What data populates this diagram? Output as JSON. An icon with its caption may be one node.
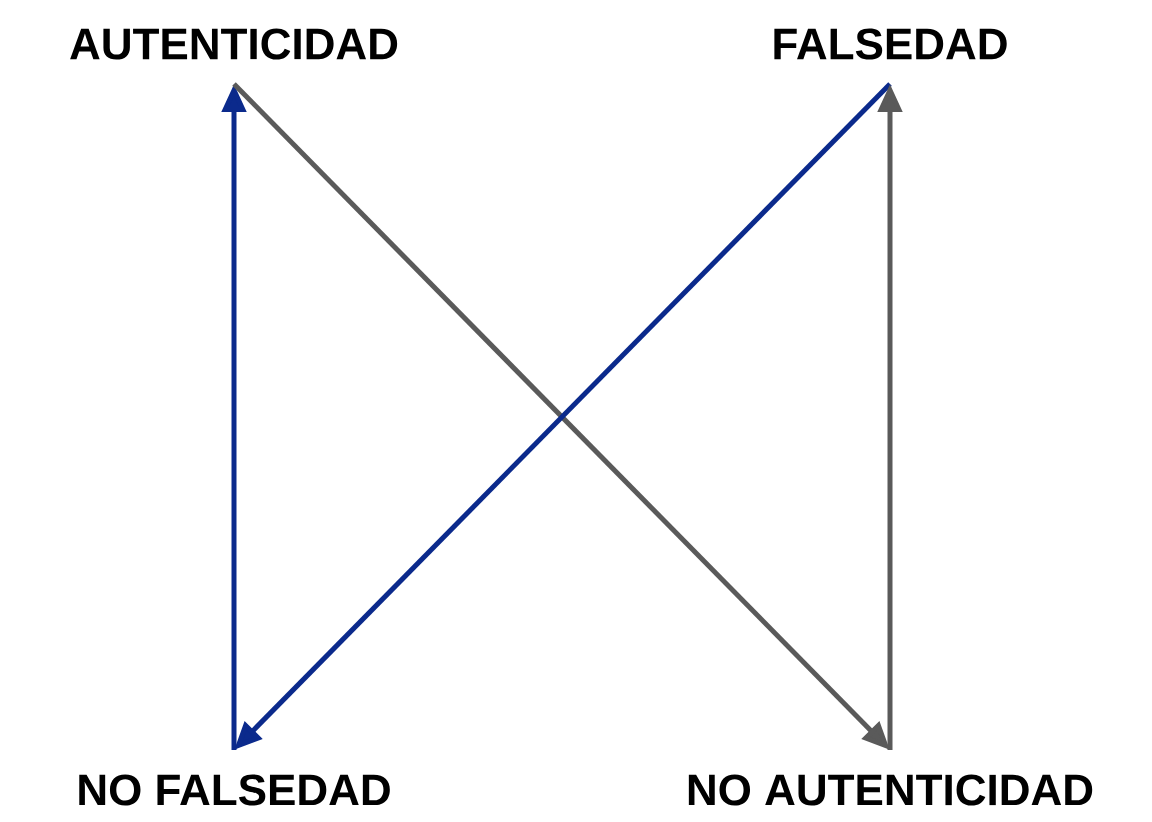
{
  "diagram": {
    "nodes": [
      {
        "text": [
          "AUTENTICIDAD"
        ]
      },
      {
        "text": [
          "FALSEDAD"
        ]
      },
      {
        "text": [
          "NO FALSEDAD"
        ]
      },
      {
        "text": [
          "NO AUTENTICIDAD"
        ]
      }
    ],
    "edges": [
      {
        "from": 2,
        "to": 0,
        "arrow": "to",
        "color": "#0b2a8c"
      },
      {
        "from": 0,
        "to": 3,
        "arrow": "to",
        "color": "#5a5a5a"
      },
      {
        "from": 1,
        "to": 2,
        "arrow": "to",
        "color": "#0b2a8c"
      },
      {
        "from": 3,
        "to": 1,
        "arrow": "to",
        "color": "#5a5a5a"
      }
    ]
  }
}
